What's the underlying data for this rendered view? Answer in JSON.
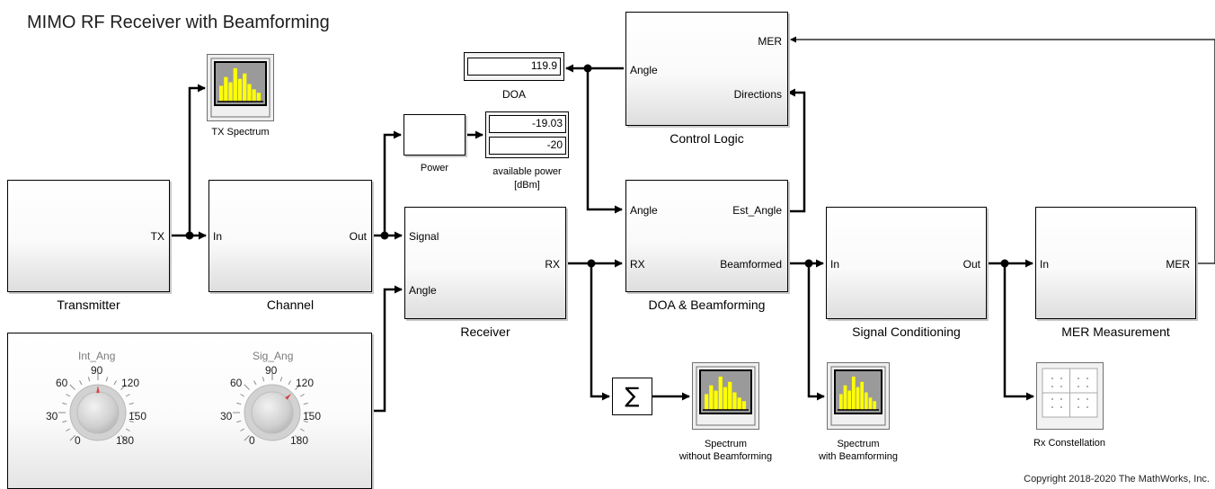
{
  "title": "MIMO RF Receiver with Beamforming",
  "copyright": "Copyright 2018-2020 The MathWorks, Inc.",
  "blocks": {
    "transmitter": {
      "caption": "Transmitter",
      "port_out": "TX"
    },
    "channel": {
      "caption": "Channel",
      "port_in": "In",
      "port_out": "Out"
    },
    "receiver": {
      "caption": "Receiver",
      "port_signal": "Signal",
      "port_angle": "Angle",
      "port_out": "RX"
    },
    "doa_beamforming": {
      "caption": "DOA & Beamforming",
      "port_angle": "Angle",
      "port_rx": "RX",
      "port_est_angle": "Est_Angle",
      "port_beamformed": "Beamformed"
    },
    "control_logic": {
      "caption": "Control Logic",
      "port_angle": "Angle",
      "port_mer": "MER",
      "port_directions": "Directions"
    },
    "signal_conditioning": {
      "caption": "Signal Conditioning",
      "port_in": "In",
      "port_out": "Out"
    },
    "mer_measurement": {
      "caption": "MER Measurement",
      "port_in": "In",
      "port_out": "MER"
    },
    "power": {
      "caption": "Power"
    },
    "available_power": {
      "caption_line1": "available power",
      "caption_line2": "[dBm]",
      "value1": "-19.03",
      "value2": "-20"
    },
    "doa_display": {
      "caption": "DOA",
      "value": "119.9"
    },
    "tx_spectrum": {
      "caption": "TX Spectrum"
    },
    "spectrum_without": {
      "caption_line1": "Spectrum",
      "caption_line2": "without Beamforming"
    },
    "spectrum_with": {
      "caption_line1": "Spectrum",
      "caption_line2": "with Beamforming"
    },
    "rx_constellation": {
      "caption": "Rx Constellation"
    },
    "sum": {
      "symbol": "∑"
    }
  },
  "knobs": [
    {
      "title": "Int_Ang",
      "value": 90,
      "labels": [
        "90",
        "60",
        "120",
        "30",
        "150",
        "0",
        "180"
      ]
    },
    {
      "title": "Sig_Ang",
      "value": 120,
      "labels": [
        "90",
        "60",
        "120",
        "30",
        "150",
        "0",
        "180"
      ]
    }
  ],
  "colors": {
    "wire": "#000000",
    "knob_pointer": "#d94040",
    "scope_bars": "#ffff00",
    "scope_screen": "#9a9a9a"
  }
}
